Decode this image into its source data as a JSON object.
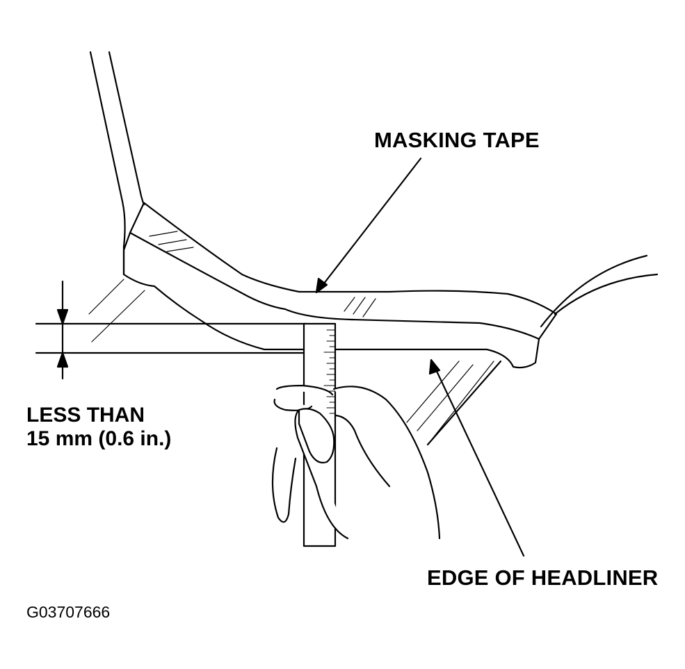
{
  "labels": {
    "masking_tape": "MASKING TAPE",
    "edge_of_headliner": "EDGE OF HEADLINER",
    "measurement_line1": "LESS THAN",
    "measurement_line2": "15 mm (0.6 in.)",
    "figure_code": "G03707666"
  },
  "colors": {
    "ink": "#000000",
    "paper": "#ffffff"
  }
}
